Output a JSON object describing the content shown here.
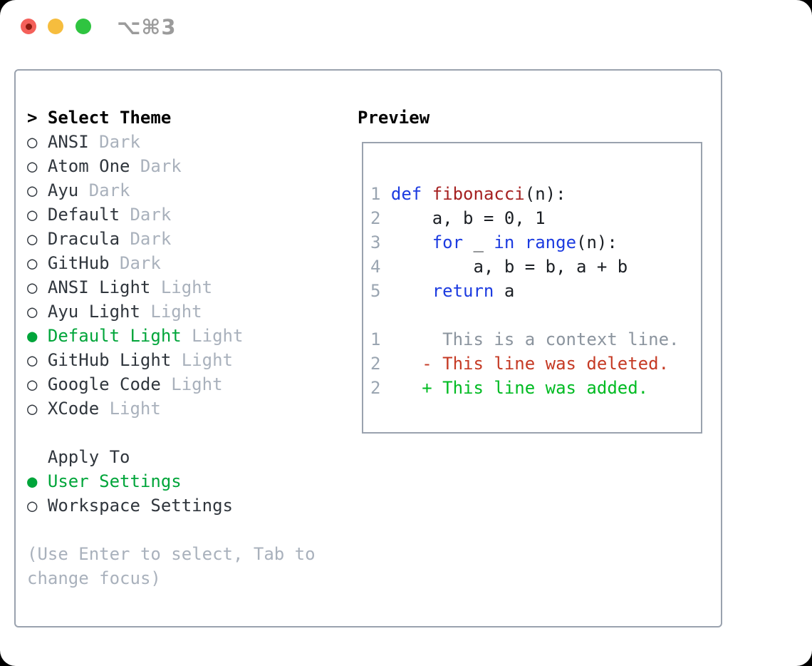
{
  "titlebar": {
    "shortcut": "⌥⌘3",
    "traffic_lights": [
      "close",
      "minimize",
      "zoom"
    ]
  },
  "markers": {
    "title": ">",
    "unselected": "○",
    "selected": "●"
  },
  "theme_selector": {
    "title": "Select Theme",
    "items": [
      {
        "name": "ANSI",
        "tag": "Dark",
        "selected": false
      },
      {
        "name": "Atom One",
        "tag": "Dark",
        "selected": false
      },
      {
        "name": "Ayu",
        "tag": "Dark",
        "selected": false
      },
      {
        "name": "Default",
        "tag": "Dark",
        "selected": false
      },
      {
        "name": "Dracula",
        "tag": "Dark",
        "selected": false
      },
      {
        "name": "GitHub",
        "tag": "Dark",
        "selected": false
      },
      {
        "name": "ANSI Light",
        "tag": "Light",
        "selected": false
      },
      {
        "name": "Ayu Light",
        "tag": "Light",
        "selected": false
      },
      {
        "name": "Default Light",
        "tag": "Light",
        "selected": true
      },
      {
        "name": "GitHub Light",
        "tag": "Light",
        "selected": false
      },
      {
        "name": "Google Code",
        "tag": "Light",
        "selected": false
      },
      {
        "name": "XCode",
        "tag": "Light",
        "selected": false
      }
    ]
  },
  "apply_to": {
    "title": "Apply To",
    "options": [
      {
        "name": "User Settings",
        "selected": true
      },
      {
        "name": "Workspace Settings",
        "selected": false
      }
    ]
  },
  "help_text": "(Use Enter to select, Tab to change focus)",
  "preview": {
    "title": "Preview",
    "code_lines": [
      {
        "num": "1",
        "tokens": [
          [
            "def",
            "kw"
          ],
          [
            " ",
            "pl"
          ],
          [
            "fibonacci",
            "fn"
          ],
          [
            "(n):",
            "pl"
          ]
        ]
      },
      {
        "num": "2",
        "tokens": [
          [
            "    a, b = 0, 1",
            "pl"
          ]
        ]
      },
      {
        "num": "3",
        "tokens": [
          [
            "    ",
            "pl"
          ],
          [
            "for",
            "kw"
          ],
          [
            " _ ",
            "pl"
          ],
          [
            "in",
            "kw"
          ],
          [
            " ",
            "pl"
          ],
          [
            "range",
            "kw"
          ],
          [
            "(n):",
            "pl"
          ]
        ]
      },
      {
        "num": "4",
        "tokens": [
          [
            "        a, b = b, a + b",
            "pl"
          ]
        ]
      },
      {
        "num": "5",
        "tokens": [
          [
            "    ",
            "pl"
          ],
          [
            "return",
            "kw"
          ],
          [
            " a",
            "pl"
          ]
        ]
      }
    ],
    "diff_lines": [
      {
        "num": "1",
        "marker": " ",
        "text": "This is a context line.",
        "type": "context"
      },
      {
        "num": "2",
        "marker": "-",
        "text": "This line was deleted.",
        "type": "deleted"
      },
      {
        "num": "2",
        "marker": "+",
        "text": "This line was added.",
        "type": "added"
      }
    ]
  },
  "colors": {
    "selected_green": "#00a53a",
    "added_green": "#00bb22",
    "deleted_red": "#c53a24",
    "keyword_blue": "#1c3be0",
    "function_red": "#a52121",
    "line_number_gray": "#9aa5b1",
    "tag_gray": "#a9b1bc",
    "context_gray": "#8b949e",
    "item_dark": "#30363d",
    "border_gray": "#9aa2ae",
    "traffic_red": "#f4605a",
    "traffic_red_dot": "#8c1a10",
    "traffic_yellow": "#f6bd3e",
    "traffic_green": "#2fc440",
    "shortcut_gray": "#9b9b9b"
  }
}
